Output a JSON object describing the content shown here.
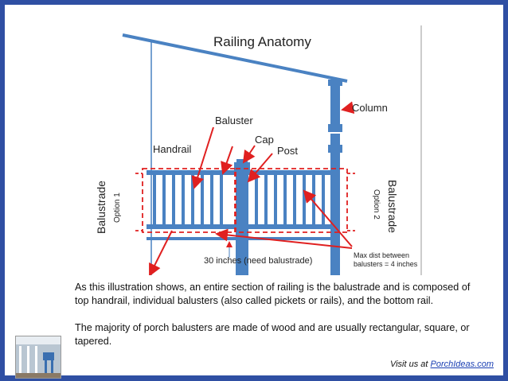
{
  "diagram": {
    "title": "Railing Anatomy",
    "labels": {
      "baluster": "Baluster",
      "cap": "Cap",
      "post": "Post",
      "handrail": "Handrail",
      "column": "Column",
      "balustrade_left": "Balustrade",
      "option_left": "Option 1",
      "balustrade_right": "Balustrade",
      "option_right": "Option 2",
      "height_note": "30 inches (need balustrade)",
      "max_dist_line1": "Max dist between",
      "max_dist_line2": "balusters = 4 inches"
    },
    "colors": {
      "rail": "#4a82c2",
      "arrow": "#e02020",
      "dash": "#e02020"
    }
  },
  "caption": {
    "paragraph1": "As this illustration shows, an entire section of railing is the balustrade and is composed of top handrail, individual balusters (also called pickets or rails), and the bottom rail.",
    "paragraph2": "The majority of porch balusters are made of wood and are usually rectangular, square, or tapered."
  },
  "footer": {
    "visit_prefix": "Visit us at ",
    "visit_link": "PorchIdeas.com"
  },
  "thumbnail": {
    "icon": "porch-photo"
  }
}
